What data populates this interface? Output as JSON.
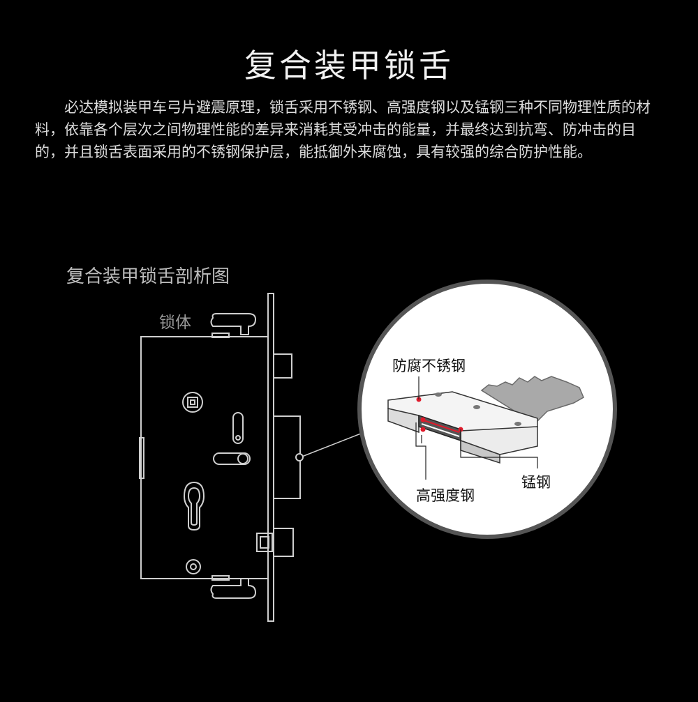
{
  "header": {
    "title": "复合装甲锁舌"
  },
  "intro": {
    "text": "必达模拟装甲车弓片避震原理，锁舌采用不锈钢、高强度钢以及锰钢三种不同物理性质的材料，依靠各个层次之间物理性能的差异来消耗其受冲击的能量，并最终达到抗弯、防冲击的目的，并且锁舌表面采用的不锈钢保护层，能抵御外来腐蚀，具有较强的综合防护性能。"
  },
  "diagram": {
    "caption": "复合装甲锁舌剖析图",
    "lock_body_label": "锁体",
    "callouts": {
      "stainless_steel": "防腐不锈钢",
      "high_strength_steel": "高强度钢",
      "manganese_steel": "锰钢"
    }
  },
  "colors": {
    "background": "#000000",
    "line": "#cfcfcf",
    "marker": "#e01a2b",
    "zoom_fill": "#ffffff",
    "zoom_border": "#555555"
  }
}
